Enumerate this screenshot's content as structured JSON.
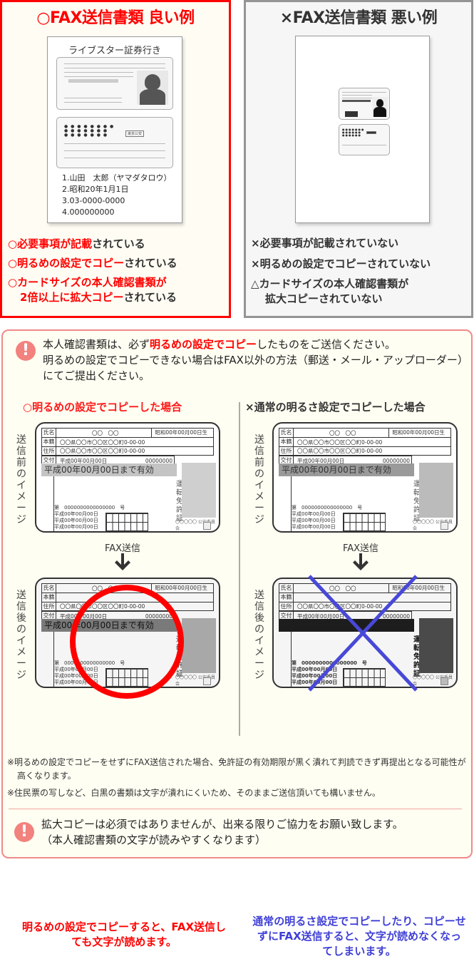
{
  "good_panel": {
    "title": "○FAX送信書類 良い例",
    "sheet_title": "ライブスター証券行き",
    "sheet_list": [
      "1.山田　太郎（ヤマダタロウ）",
      "2.昭和20年1月1日",
      "3.03-0000-0000",
      "4.000000000"
    ],
    "checks": [
      {
        "mark": "○",
        "red": "必要事項が記載",
        "dark": "されている"
      },
      {
        "mark": "○",
        "red": "明るめの設定でコピー",
        "dark": "されている"
      },
      {
        "mark": "○",
        "red": "カードサイズの本人確認書類が",
        "dark": ""
      },
      {
        "mark": "",
        "red": "2倍以上に拡大コピー",
        "dark": "されている"
      }
    ]
  },
  "bad_panel": {
    "title": "×FAX送信書類 悪い例",
    "checks": [
      "×必要事項が記載されていない",
      "×明るめの設定でコピーされていない",
      "△カードサイズの本人確認書類が",
      "拡大コピーされていない"
    ]
  },
  "notice": {
    "line1_pre": "本人確認書類は、必ず",
    "line1_hl": "明るめの設定でコピー",
    "line1_post": "したものをご送信ください。",
    "line2": "明るめの設定でコピーできない場合はFAX以外の方法（郵送・メール・アップローダー）にてご提出ください。",
    "col_good": "○明るめの設定でコピーした場合",
    "col_bad": "×通常の明るさ設定でコピーした場合",
    "before_label": "送信前のイメージ",
    "after_label": "送信後のイメージ",
    "fax_label": "FAX送信",
    "caption_good": "明るめの設定でコピーすると、FAX送信しても文字が読めます。",
    "caption_bad": "通常の明るさ設定でコピーしたり、コピーせずにFAX送信すると、文字が読めなくなってしまいます。",
    "footnote1": "※明るめの設定でコピーをせずにFAX送信された場合、免許証の有効期限が黒く潰れて判読できず再提出となる可能性が高くなります。",
    "footnote2": "※住民票の写しなど、白黒の書類は文字が潰れにくいため、そのままご送信頂いても構いません。",
    "bottom_line1": "拡大コピーは必須ではありませんが、出来る限りご協力をお願い致します。",
    "bottom_line2": "（本人確認書類の文字が読みやすくなります）"
  },
  "license_card": {
    "name_label": "氏名",
    "name_value": "〇〇　〇〇",
    "birthday": "昭和00年00月00日生",
    "domicile_label": "本籍",
    "domicile_value": "〇〇県〇〇市〇〇区〇〇町0-00-00",
    "address_label": "住所",
    "address_value": "〇〇県〇〇市〇〇区〇〇町0-00-00",
    "issue_label": "交付",
    "issue_value": "平成00年00月00日",
    "issue_number": "00000000",
    "valid_until": "平成00年00月00日まで有効",
    "license_title": "運転免許証",
    "number_line": "第　0000000000000000　号",
    "dates": [
      "平成00年00月00日",
      "平成00年00月00日",
      "平成00年00月00日"
    ],
    "seal": "〇〇〇〇〇 公安委員会"
  },
  "colors": {
    "good_red": "#ff0000",
    "bad_gray": "#949494",
    "notice_border": "#f08a88",
    "caption_blue": "#3f3fd6",
    "background_cream": "#fffef2"
  }
}
